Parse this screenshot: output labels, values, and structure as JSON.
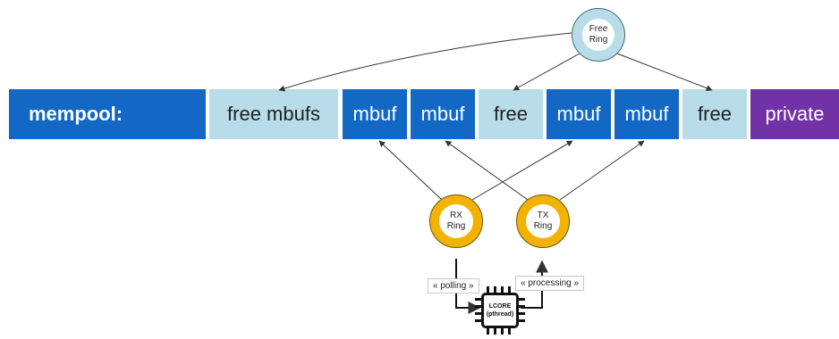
{
  "mempool": {
    "blocks": [
      {
        "label": "mempool:",
        "kind": "title"
      },
      {
        "label": "free mbufs",
        "kind": "free"
      },
      {
        "label": "mbuf",
        "kind": "mbuf"
      },
      {
        "label": "mbuf",
        "kind": "mbuf"
      },
      {
        "label": "free",
        "kind": "free"
      },
      {
        "label": "mbuf",
        "kind": "mbuf"
      },
      {
        "label": "mbuf",
        "kind": "mbuf"
      },
      {
        "label": "free",
        "kind": "free"
      },
      {
        "label": "private",
        "kind": "private"
      }
    ]
  },
  "rings": {
    "free": {
      "line1": "Free",
      "line2": "Ring"
    },
    "rx": {
      "line1": "RX",
      "line2": "Ring"
    },
    "tx": {
      "line1": "TX",
      "line2": "Ring"
    }
  },
  "labels": {
    "polling": "« polling »",
    "processing": "« processing »"
  },
  "lcore": {
    "line1": "LCORE",
    "line2": "(pthread)"
  },
  "colors": {
    "mbuf": "#1268c4",
    "free": "#b8dde9",
    "private": "#7132a8",
    "ring_free": "#b8dde9",
    "ring_rx_tx": "#f2b300"
  }
}
